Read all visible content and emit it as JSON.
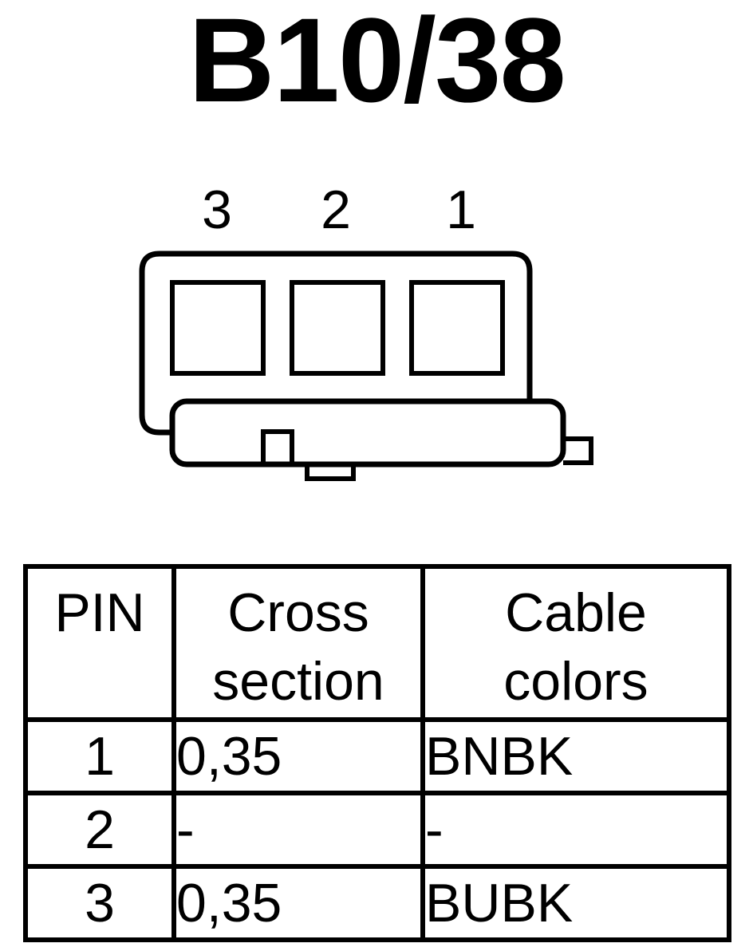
{
  "title": "B10/38",
  "connector": {
    "pin_numbers": [
      "3",
      "2",
      "1"
    ]
  },
  "table": {
    "headers": {
      "pin": "PIN",
      "cross_section": [
        "Cross",
        "section"
      ],
      "cable_colors": [
        "Cable",
        "colors"
      ]
    },
    "rows": [
      {
        "pin": "1",
        "cross_section": "0,35",
        "cable_color": "BNBK"
      },
      {
        "pin": "2",
        "cross_section": "-",
        "cable_color": "-"
      },
      {
        "pin": "3",
        "cross_section": "0,35",
        "cable_color": "BUBK"
      }
    ]
  }
}
